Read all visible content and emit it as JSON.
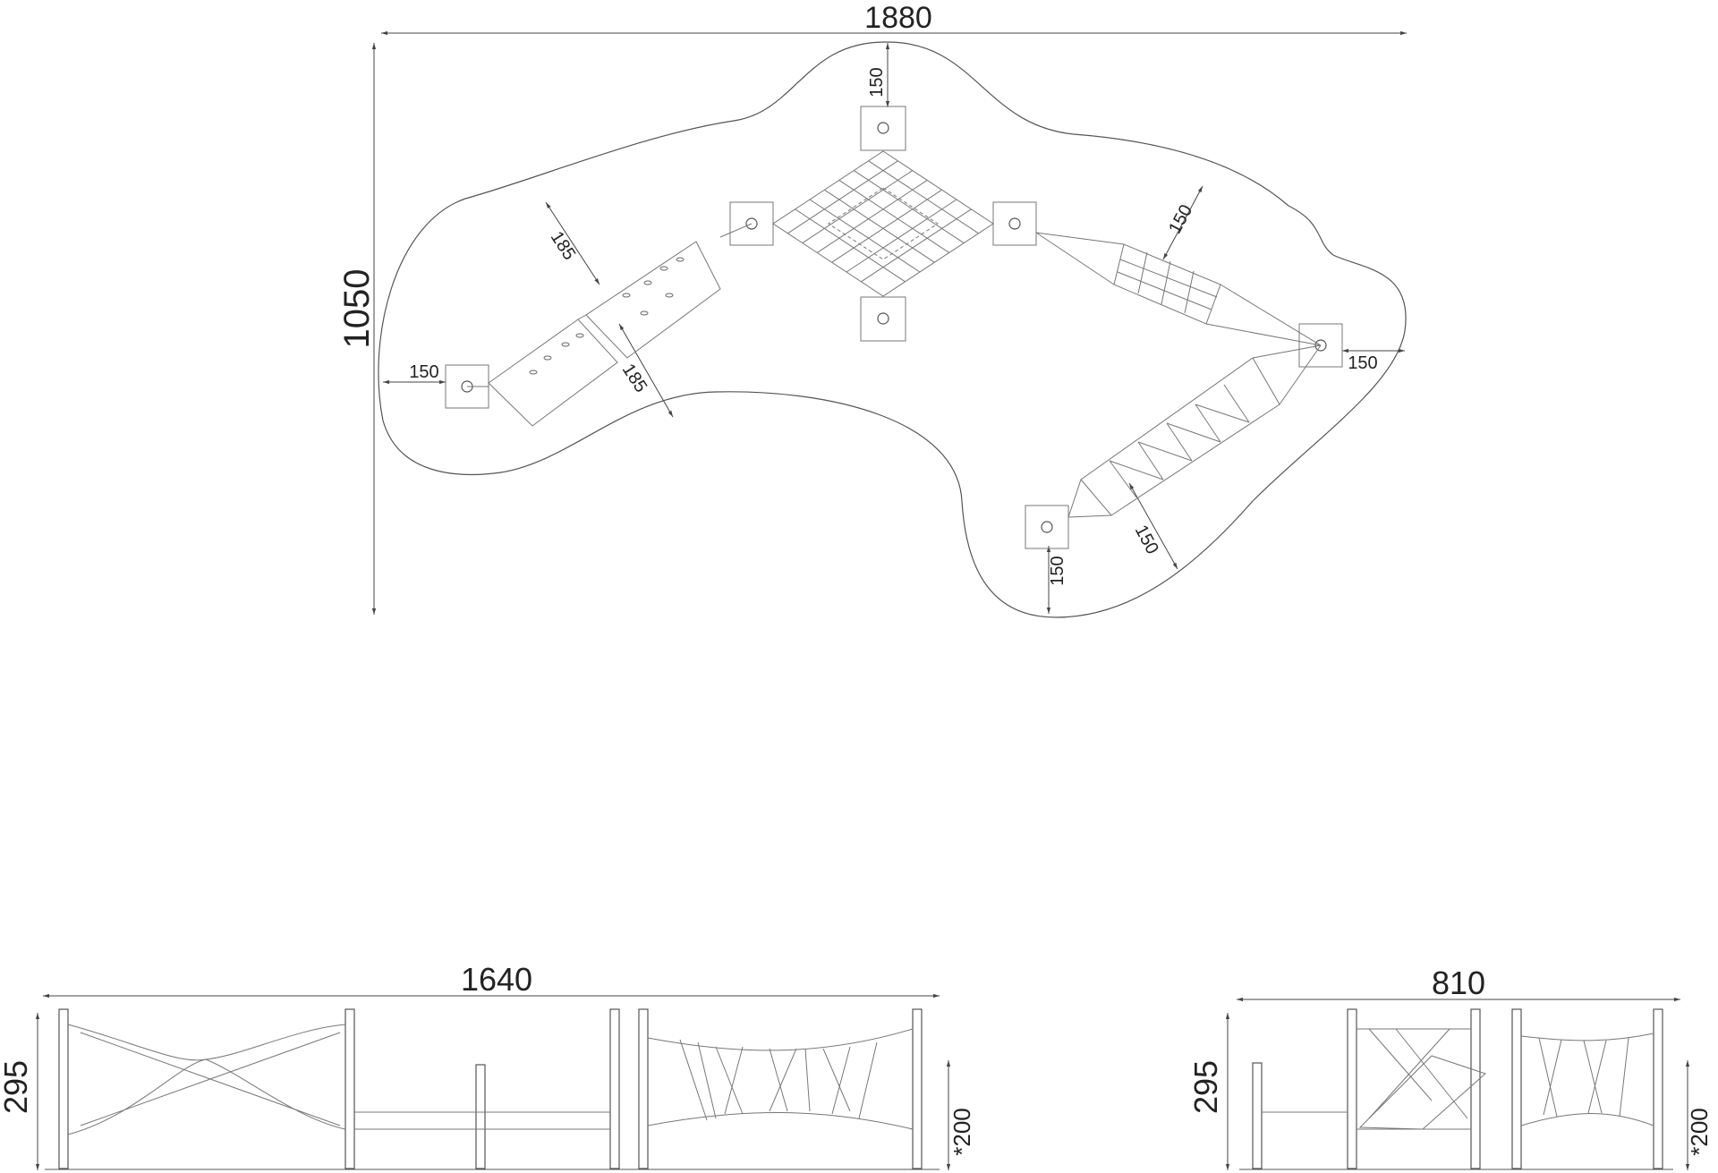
{
  "plan_view": {
    "overall_width": "1880",
    "overall_depth": "1050",
    "top_clearance": "150",
    "left_clearance": "150",
    "right_clearance": "150",
    "bottom_clearance": "150",
    "upper_left_clearance": "185",
    "lower_left_clearance": "185",
    "upper_right_clearance": "150",
    "lower_right_clearance": "150"
  },
  "front_elevation": {
    "width": "1640",
    "height": "295",
    "fall_height": "*200"
  },
  "side_elevation": {
    "width": "810",
    "height": "295",
    "fall_height": "*200"
  },
  "colors": {
    "line": "#555555",
    "text": "#222222"
  }
}
